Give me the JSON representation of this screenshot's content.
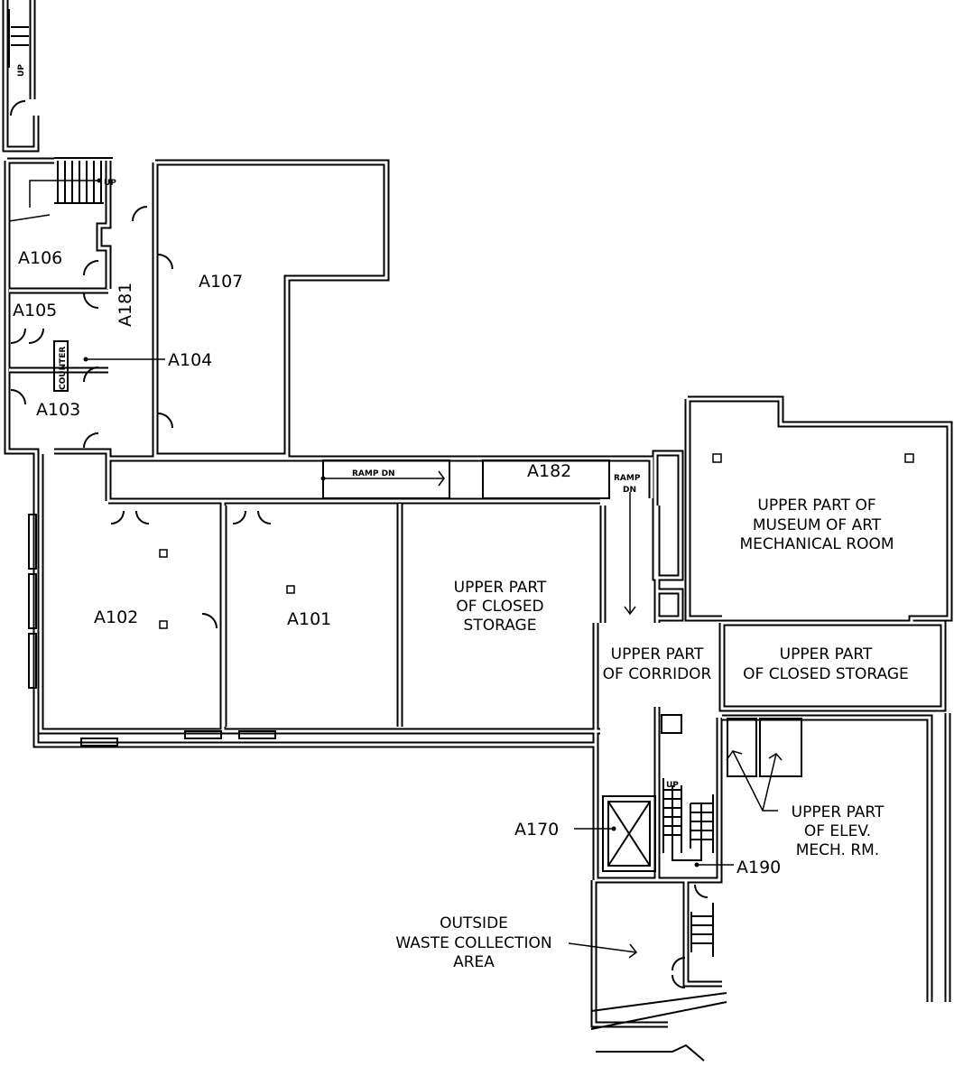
{
  "rooms": {
    "a101": "A101",
    "a102": "A102",
    "a103": "A103",
    "a104": "A104",
    "a105": "A105",
    "a106": "A106",
    "a107": "A107",
    "a170": "A170",
    "a181": "A181",
    "a182": "A182",
    "a190": "A190"
  },
  "notes": {
    "counter": "COUNTER",
    "up_top": "UP",
    "up_stair": "UP",
    "up_south": "UP",
    "ramp_dn_horizontal": "RAMP DN",
    "ramp": "RAMP",
    "dn": "DN",
    "closed_storage_1": [
      "UPPER PART",
      "OF CLOSED",
      "STORAGE"
    ],
    "museum_mech": [
      "UPPER PART OF",
      "MUSEUM OF ART",
      "MECHANICAL ROOM"
    ],
    "corridor": [
      "UPPER PART",
      "OF CORRIDOR"
    ],
    "closed_storage_2": [
      "UPPER PART",
      "OF  CLOSED  STORAGE"
    ],
    "elev_mech": [
      "UPPER PART",
      "OF ELEV.",
      "MECH. RM."
    ],
    "waste": [
      "OUTSIDE",
      "WASTE COLLECTION",
      "AREA"
    ]
  }
}
